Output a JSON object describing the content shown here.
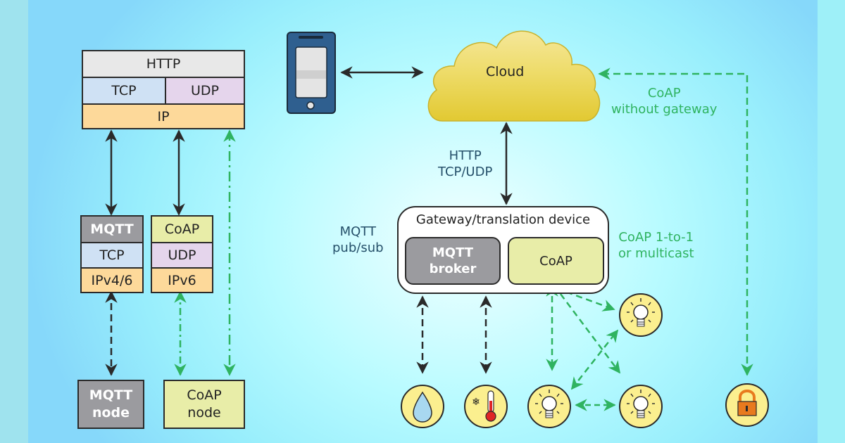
{
  "diagram": {
    "left_stack": {
      "app_layer": "HTTP",
      "transport_left": "TCP",
      "transport_right": "UDP",
      "network": "IP"
    },
    "mqtt_stack": [
      "MQTT",
      "TCP",
      "IPv4/6"
    ],
    "coap_stack": [
      "CoAP",
      "UDP",
      "IPv6"
    ],
    "mqtt_node": [
      "MQTT",
      "node"
    ],
    "coap_node": [
      "CoAP",
      "node"
    ],
    "cloud_label": "Cloud",
    "cloud_link_label": [
      "HTTP",
      "TCP/UDP"
    ],
    "coap_direct_label": [
      "CoAP",
      "without gateway"
    ],
    "gateway": {
      "title": "Gateway/translation device",
      "broker": [
        "MQTT",
        "broker"
      ],
      "coap": "CoAP"
    },
    "mqtt_pubsub_label": [
      "MQTT",
      "pub/sub"
    ],
    "coap_multicast_label": [
      "CoAP 1-to-1",
      "or multicast"
    ],
    "devices": {
      "mqtt": [
        "water-sensor",
        "temperature-sensor"
      ],
      "coap": [
        "light-bulb",
        "light-bulb",
        "light-bulb"
      ],
      "direct": "lock"
    },
    "colors": {
      "mqtt_gray": "#9b9b9f",
      "coap_yellow_green": "#e8eda8",
      "ip_orange": "#fdd99a",
      "tcp_blue": "#cfe1f4",
      "udp_lilac": "#e5d5ec",
      "http_gray": "#e8e8e8",
      "cloud_yellow": "#e6cf3c",
      "coap_link_green": "#2fb360",
      "device_yellow": "#fbef8f",
      "phone_blue": "#2f5f8f",
      "lock_orange": "#e87a1e",
      "thermo_red": "#e02525",
      "water_blue": "#a8d8f0"
    }
  }
}
